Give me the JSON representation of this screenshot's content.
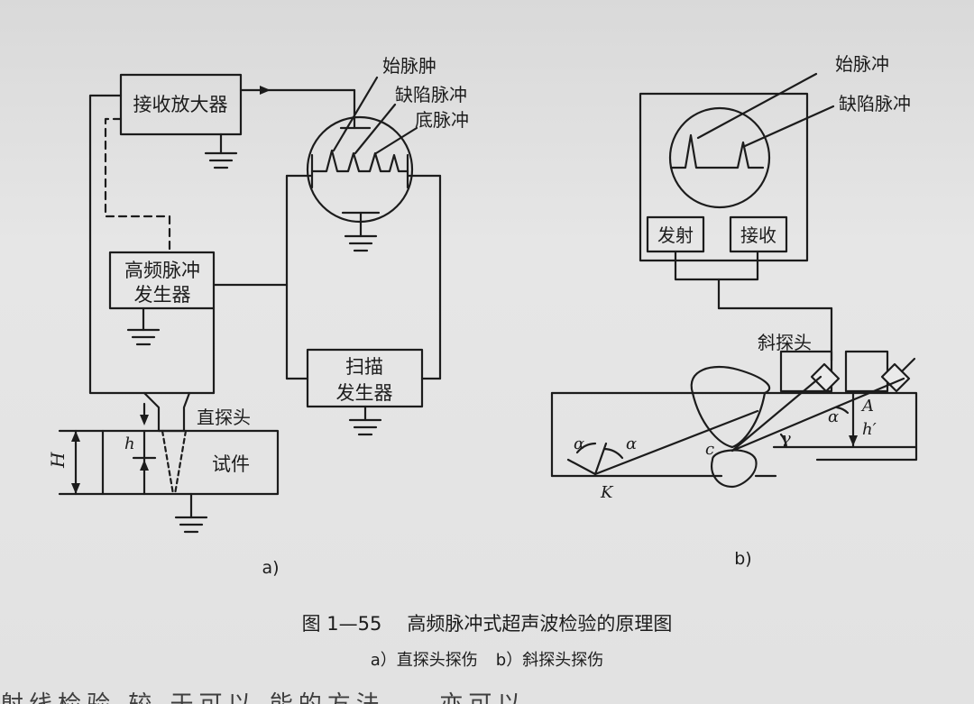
{
  "diagram_a": {
    "receiver_amplifier": "接收放大器",
    "hf_pulse_generator_line1": "高频脉冲",
    "hf_pulse_generator_line2": "发生器",
    "sweep_generator_line1": "扫描",
    "sweep_generator_line2": "发生器",
    "initial_pulse": "始脉肿",
    "defect_pulse": "缺陷脉冲",
    "bottom_pulse": "底脉冲",
    "straight_probe": "直探头",
    "specimen": "试件",
    "symbol_H": "H",
    "symbol_h": "h",
    "sublabel": "a)"
  },
  "diagram_b": {
    "initial_pulse": "始脉冲",
    "defect_pulse": "缺陷脉冲",
    "transmit": "发射",
    "receive": "接收",
    "angle_probe": "斜探头",
    "symbol_alpha": "α",
    "symbol_gamma": "γ",
    "symbol_A": "A",
    "symbol_h_prime": "h′",
    "symbol_c": "c",
    "symbol_K": "K",
    "sublabel": "b)"
  },
  "caption": {
    "figure_number": "图 1—55",
    "title": "高频脉冲式超声波检验的原理图",
    "sub_a": "a）直探头探伤",
    "sub_b": "b）斜探头探伤"
  },
  "bottom_fragment": "射线检验 较 于可以 能的方法 — 亦可以"
}
